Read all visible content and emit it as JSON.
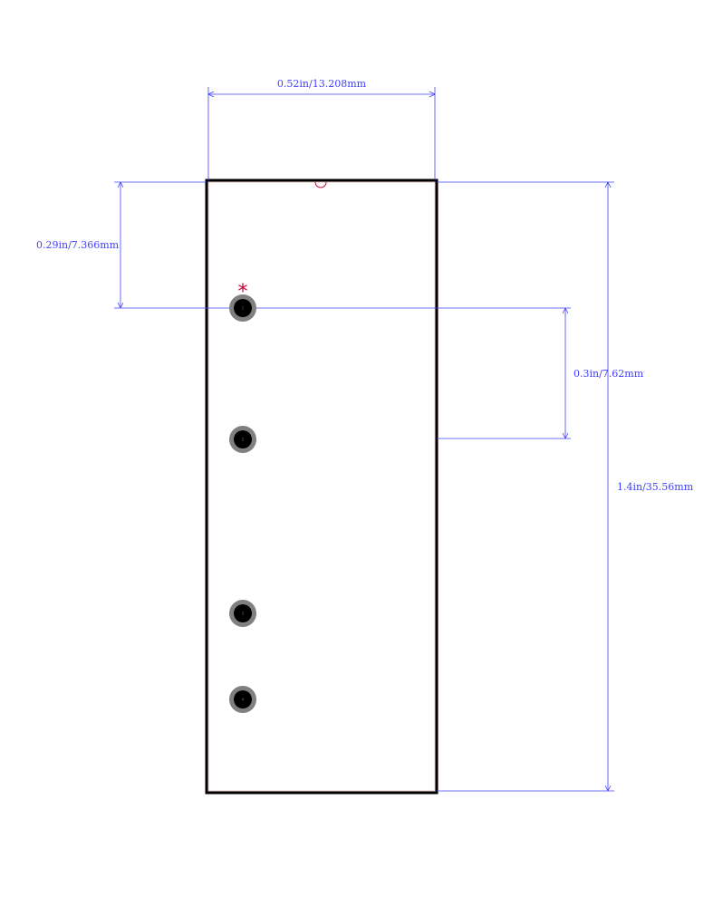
{
  "dimensions": {
    "width_label": "0.52in/13.208mm",
    "pin1_offset_label": "0.29in/7.366mm",
    "pitch_label": "0.3in/7.62mm",
    "height_label": "1.4in/35.56mm"
  },
  "pin1_marker": "*",
  "pins": [
    "1",
    "2",
    "3",
    "4"
  ],
  "colors": {
    "dimension": "#4040ff",
    "outline": "#000000",
    "pin1_marker": "#cc0033",
    "pad_ring": "#808080",
    "pad_hole": "#000000"
  }
}
